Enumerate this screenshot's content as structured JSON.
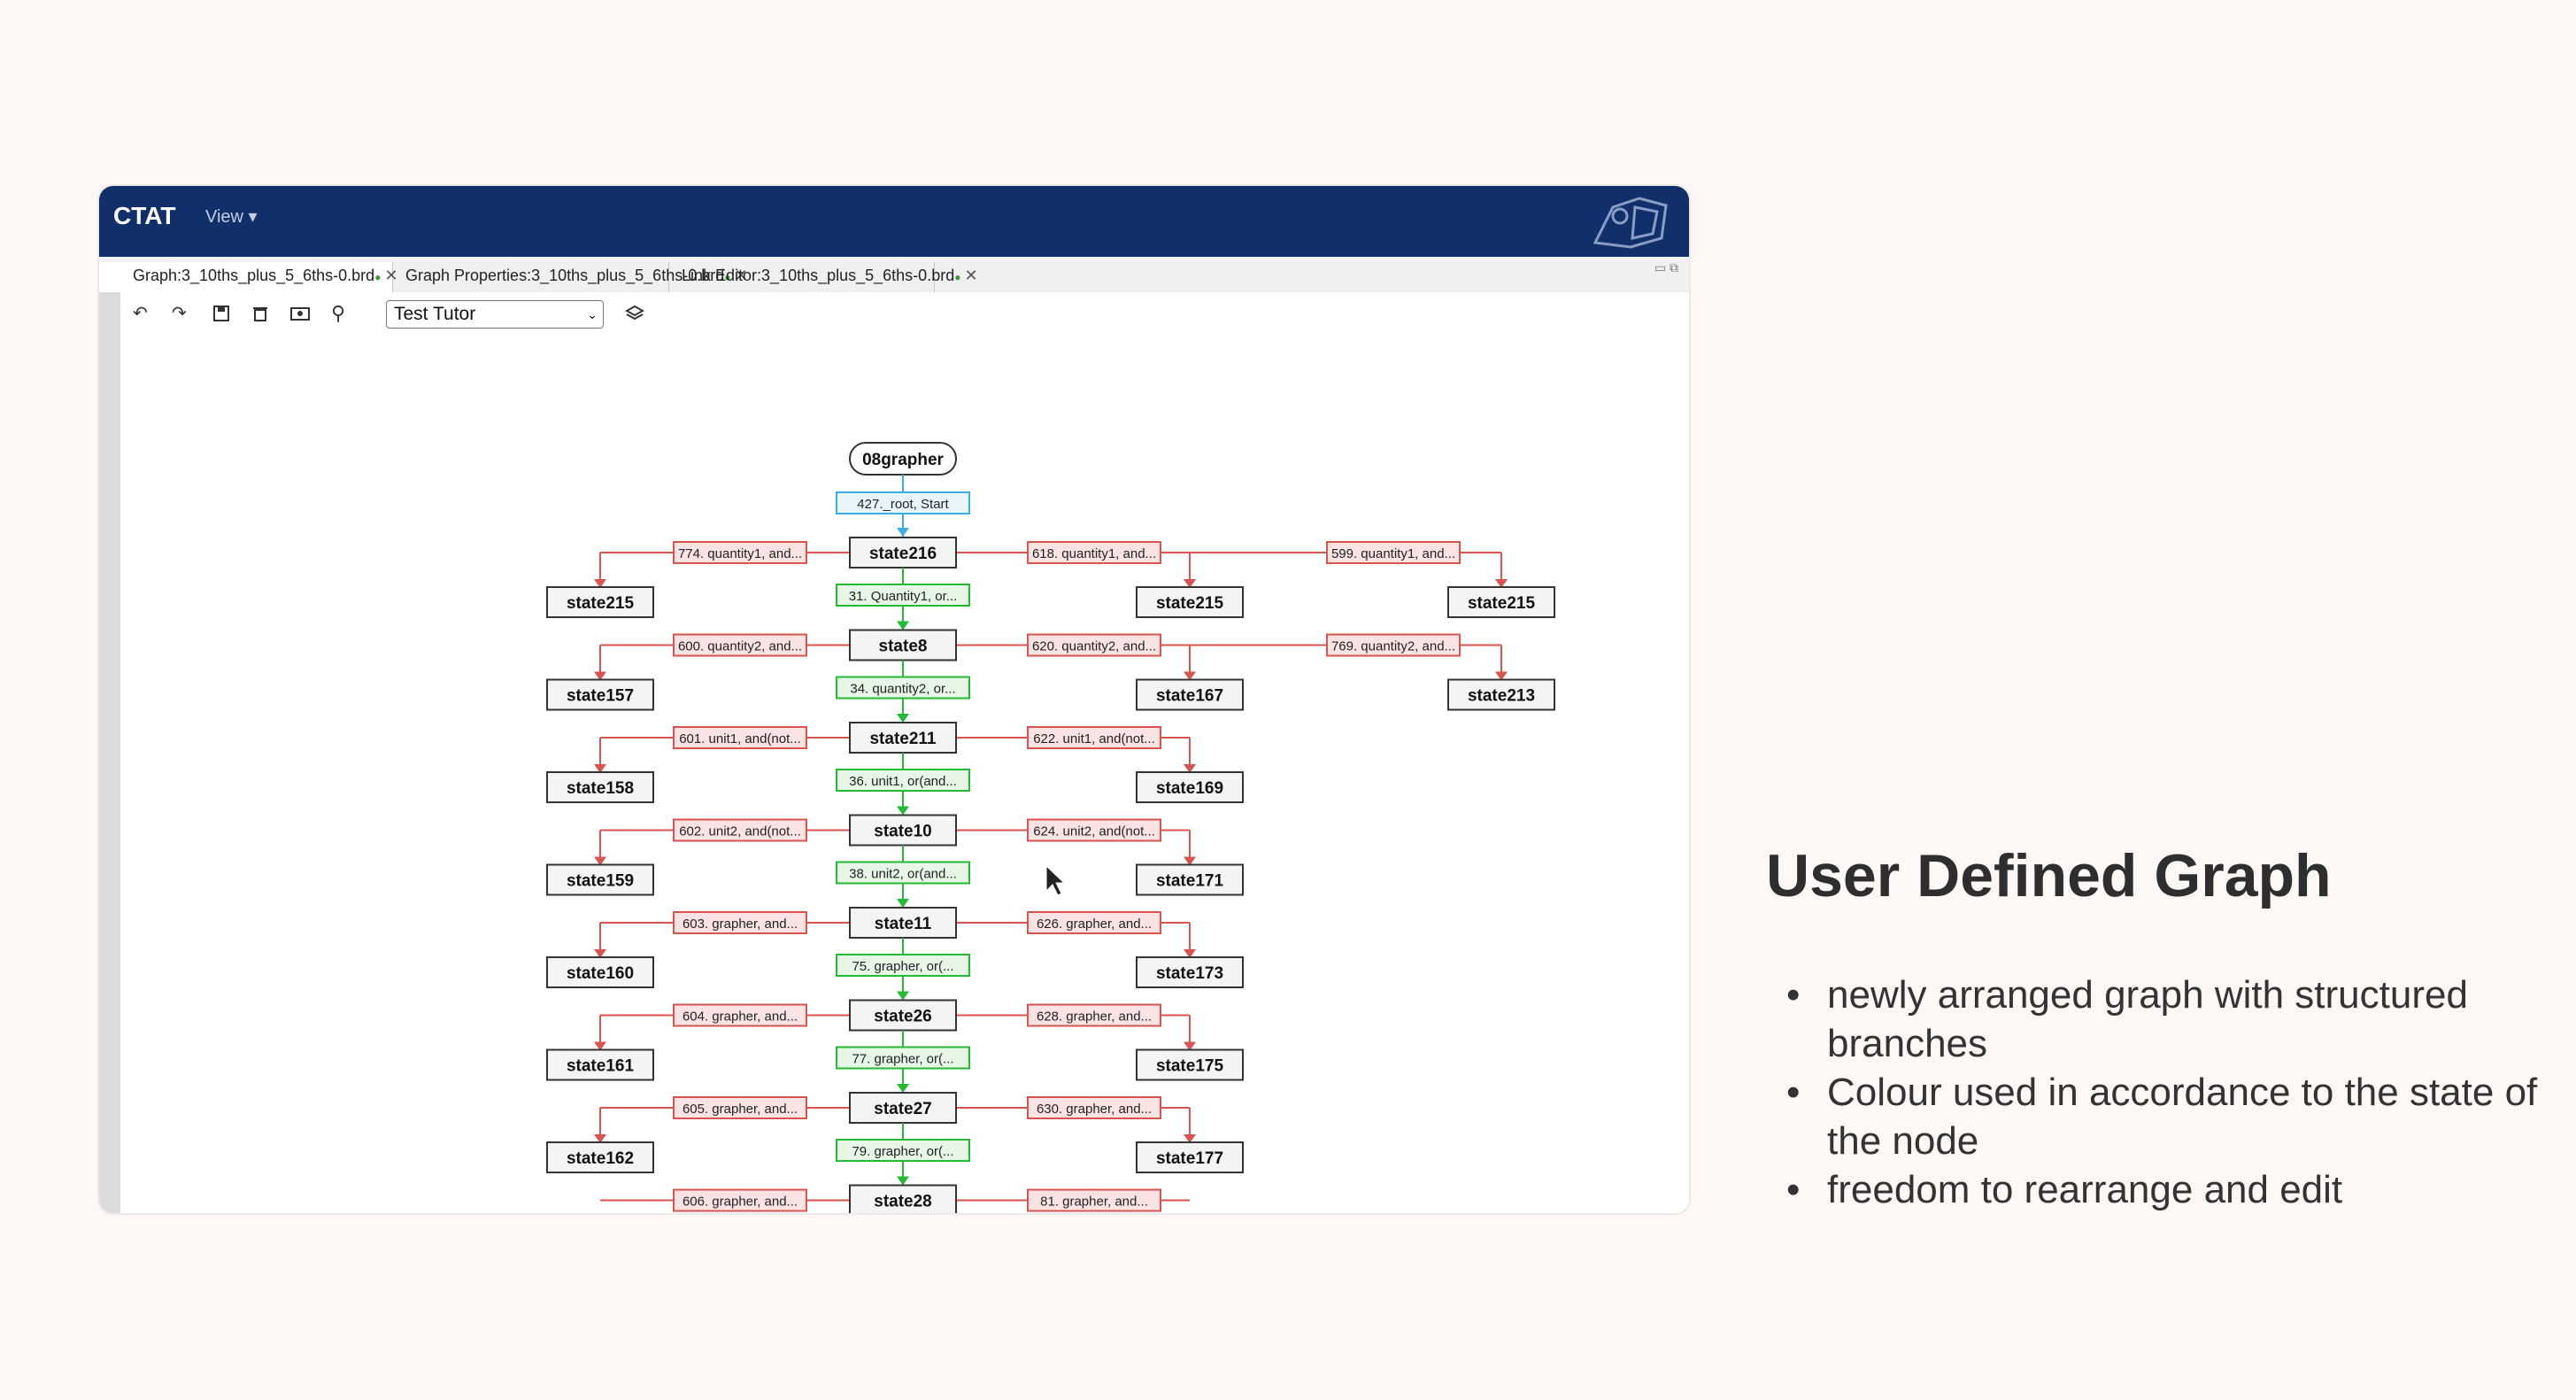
{
  "app": {
    "title": "CTAT",
    "view_menu": "View ▾",
    "logo_icon": "ctat-mascot-icon",
    "colors": {
      "topbar": "#11306b",
      "correct": "#22bb33",
      "incorrect": "#d9534f",
      "start": "#3aaee0"
    }
  },
  "tabs": [
    {
      "label": "Graph:3_10ths_plus_5_6ths-0.brd"
    },
    {
      "label": "Graph Properties:3_10ths_plus_5_6ths-0.brd"
    },
    {
      "label": "Link Editor:3_10ths_plus_5_6ths-0.brd"
    }
  ],
  "toolbar": {
    "icons": [
      "undo-icon",
      "redo-icon",
      "save-icon",
      "delete-icon",
      "screenshot-icon",
      "search-icon",
      "layers-icon"
    ],
    "tutor_select": "Test Tutor"
  },
  "graph": {
    "root": "08grapher",
    "start_link": "427._root, Start",
    "main_nodes": [
      "state216",
      "state8",
      "state211",
      "state10",
      "state11",
      "state26",
      "state27",
      "state28"
    ],
    "main_links": [
      "31. Quantity1, or...",
      "34. quantity2, or...",
      "36. unit1, or(and...",
      "38. unit2, or(and...",
      "75. grapher, or(...",
      "77. grapher, or(...",
      "79. grapher, or(..."
    ],
    "left_links": [
      "774. quantity1, and...",
      "600. quantity2, and...",
      "601. unit1, and(not...",
      "602. unit2, and(not...",
      "603. grapher, and...",
      "604. grapher, and...",
      "605. grapher, and...",
      "606. grapher, and..."
    ],
    "left_nodes": [
      "state215",
      "state157",
      "state158",
      "state159",
      "state160",
      "state161",
      "state162"
    ],
    "right_links": [
      "618. quantity1, and...",
      "620. quantity2, and...",
      "622. unit1, and(not...",
      "624. unit2, and(not...",
      "626. grapher, and...",
      "628. grapher, and...",
      "630. grapher, and...",
      "81. grapher, and..."
    ],
    "right_nodes": [
      "state215",
      "state167",
      "state169",
      "state171",
      "state173",
      "state175",
      "state177"
    ],
    "far_links": [
      "599. quantity1, and...",
      "769. quantity2, and..."
    ],
    "far_nodes": [
      "state215",
      "state213"
    ]
  },
  "slide": {
    "title": "User Defined Graph",
    "bullets": [
      "newly arranged graph with structured branches",
      "Colour used in accordance to the state of the node",
      "freedom to rearrange and edit"
    ]
  }
}
